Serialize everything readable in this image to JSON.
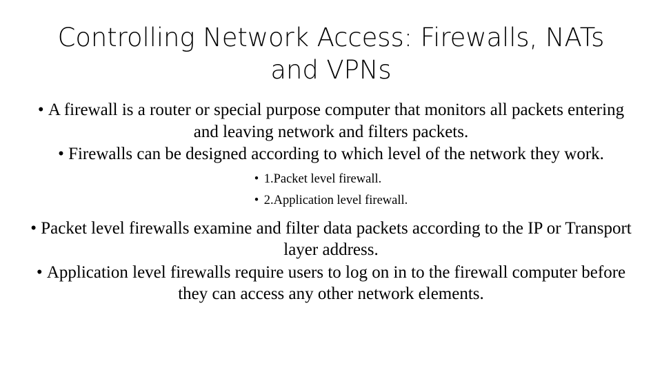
{
  "slide": {
    "title": "Controlling Network Access: Firewalls, NATs and VPNs",
    "title_line_1": "Controlling Network Access: Firewalls, NATs",
    "title_line_2": "and VPNs",
    "background_color": "#ffffff",
    "text_color": "#000000",
    "bullet_marker": "•",
    "bullets": [
      {
        "level": 1,
        "text": "A firewall is a router or special purpose computer that monitors all packets entering and leaving  network and filters packets."
      },
      {
        "level": 1,
        "text": "Firewalls can be designed according to which level of the network they work."
      },
      {
        "level": 2,
        "text": "1.Packet level firewall."
      },
      {
        "level": 2,
        "text": "2.Application level firewall."
      },
      {
        "level": 1,
        "text": "Packet level firewalls examine and filter data packets according to the IP or Transport layer address."
      },
      {
        "level": 1,
        "text": "Application level firewalls require users to log on in to the firewall computer before they can access any other network elements."
      }
    ]
  }
}
